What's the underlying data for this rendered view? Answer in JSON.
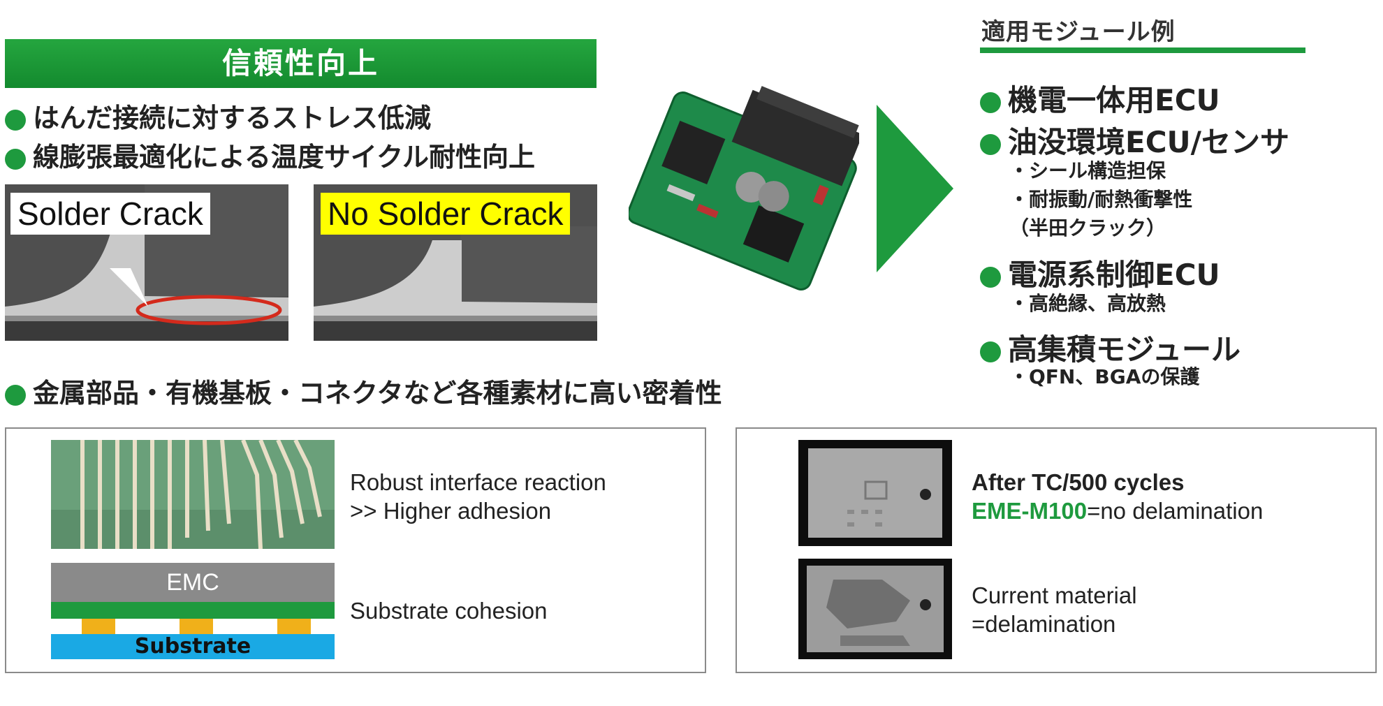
{
  "reliability": {
    "header": "信頼性向上",
    "points": [
      "はんだ接続に対するストレス低減",
      "線膨張最適化による温度サイクル耐性向上"
    ],
    "crack_label": "Solder Crack",
    "no_crack_label": "No Solder Crack",
    "adhesion_point": "金属部品・有機基板・コネクタなど各種素材に高い密着性"
  },
  "applications": {
    "title": "適用モジュール例",
    "items": [
      {
        "label": "機電一体用ECU",
        "subs": []
      },
      {
        "label": "油没環境ECU/センサ",
        "subs": [
          "・シール構造担保",
          "・耐振動/耐熱衝撃性",
          "（半田クラック）"
        ]
      },
      {
        "label": "電源系制御ECU",
        "subs": [
          "・高絶縁、高放熱"
        ]
      },
      {
        "label": "高集積モジュール",
        "subs": [
          "・QFN、BGAの保護"
        ]
      }
    ]
  },
  "adhesion_panel": {
    "line1": "Robust interface reaction",
    "line2": ">> Higher adhesion",
    "emc_label": "EMC",
    "substrate_label": "Substrate",
    "cohesion_caption": "Substrate cohesion"
  },
  "delam_panel": {
    "after_tc": "After TC/500 cycles",
    "product": "EME-M100",
    "product_result": "=no delamination",
    "current_line1": "Current material",
    "current_line2": "=delamination"
  },
  "colors": {
    "accent_green": "#1e9a3e",
    "highlight_yellow": "#ffff00",
    "crack_ring_red": "#d42a1c",
    "substrate_cyan": "#1aa9e4",
    "pad_orange": "#f0b01a",
    "emc_gray": "#8a8a8a"
  }
}
